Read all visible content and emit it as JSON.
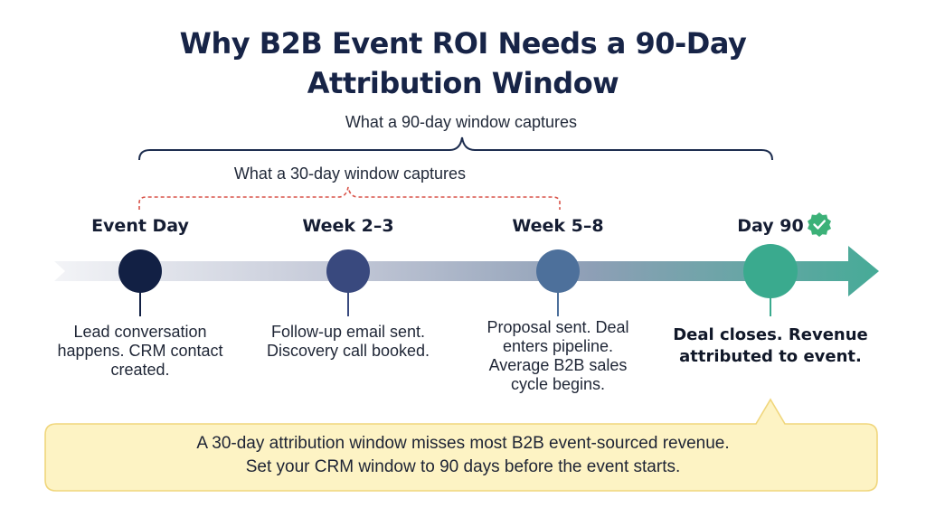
{
  "title": {
    "line1": "Why B2B Event ROI Needs a 90-Day",
    "line2": "Attribution Window"
  },
  "windows": {
    "ninety_day": "What a 90-day window captures",
    "thirty_day": "What a 30-day window captures"
  },
  "stages": [
    {
      "label": "Event Day",
      "description": "Lead conversation happens. CRM contact created.",
      "color": "#122044"
    },
    {
      "label": "Week 2–3",
      "description": "Follow-up email sent. Discovery call booked.",
      "color": "#39497e"
    },
    {
      "label": "Week 5–8",
      "description": "Proposal sent. Deal enters pipeline. Average B2B sales cycle begins.",
      "color": "#4d709b"
    },
    {
      "label": "Day 90",
      "description": "Deal closes. Revenue attributed to event.",
      "color": "#3aaa8e",
      "icon": "check-badge-icon"
    }
  ],
  "callout": {
    "line1": "A 30-day attribution window misses most B2B event-sourced revenue.",
    "line2": "Set your CRM window to 90 days before the event starts.",
    "background": "#fdf3c4",
    "border": "#f0d67c"
  },
  "colors": {
    "arrow_start": "#eef0f4",
    "arrow_end": "#49ab98",
    "thirty_day_bracket": "#d9544a",
    "ninety_day_bracket": "#1d2d4f",
    "check_badge": "#3cb178"
  }
}
